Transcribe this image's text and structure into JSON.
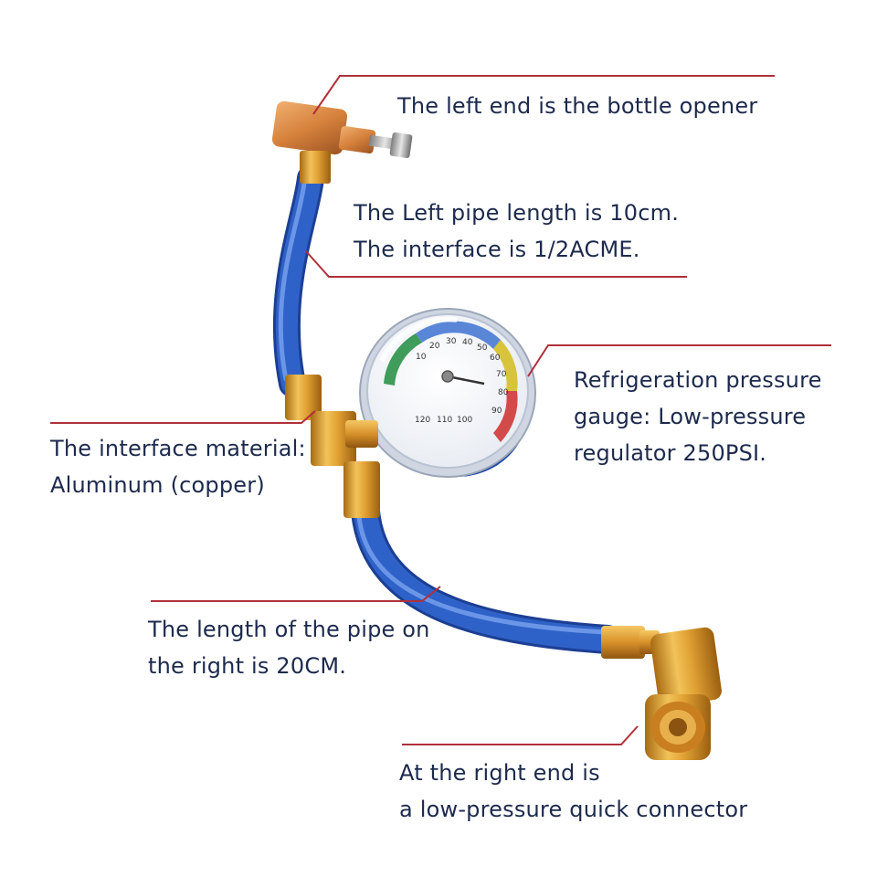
{
  "colors": {
    "leader_line": "#b0303a",
    "text": "#1d2a4d",
    "hose_blue": "#2f62c8",
    "brass": "#d99a2b",
    "gauge_body": "#2450b5"
  },
  "callouts": {
    "bottle_opener": {
      "lines": [
        "The left end is the bottle opener"
      ]
    },
    "left_pipe": {
      "lines": [
        "The Left pipe length is 10cm.",
        "The interface is 1/2ACME."
      ]
    },
    "gauge": {
      "lines": [
        "Refrigeration pressure",
        "gauge: Low-pressure",
        "regulator 250PSI."
      ]
    },
    "interface_material": {
      "lines": [
        "The interface material:",
        "Aluminum (copper)"
      ]
    },
    "right_pipe": {
      "lines": [
        "The length of the pipe on",
        "the right is 20CM."
      ]
    },
    "right_end": {
      "lines": [
        "At the right end is",
        "a low-pressure quick connector"
      ]
    }
  },
  "gauge_dial": {
    "scale_numbers": [
      "10",
      "20",
      "30",
      "40",
      "50",
      "60",
      "70",
      "80",
      "90",
      "100",
      "110",
      "120"
    ]
  }
}
